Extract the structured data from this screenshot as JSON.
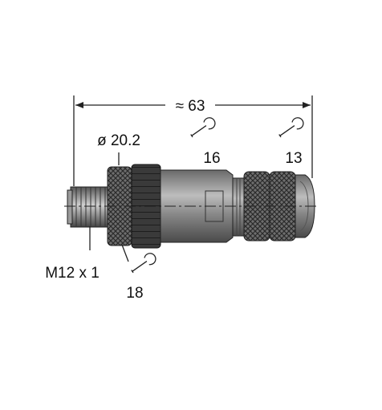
{
  "dimensions": {
    "overall_length": "≈ 63",
    "diameter": "ø 20.2",
    "thread": "M12 x 1",
    "wrench_sizes": {
      "body": "16",
      "cable_nut": "13",
      "coupling_nut": "18"
    }
  },
  "icons": {
    "wrench": "wrench-icon"
  },
  "colors": {
    "body_dark": "#3b3b3b",
    "body_mid": "#8c8c8c",
    "body_light": "#b8b8b8",
    "line": "#222222"
  }
}
